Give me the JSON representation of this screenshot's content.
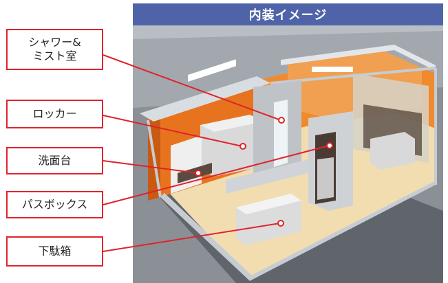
{
  "header": {
    "title": "内装イメージ"
  },
  "labels": {
    "shower_line1": "シャワー&",
    "shower_line2": "ミスト室",
    "locker": "ロッカー",
    "washstand": "洗面台",
    "passbox": "パスボックス",
    "shoe_box": "下駄箱"
  },
  "colors": {
    "header_bg": "#4f64a8",
    "leader_red": "#e0232b",
    "wall_orange": "#e8731e",
    "floor": "#f2ddb0"
  }
}
